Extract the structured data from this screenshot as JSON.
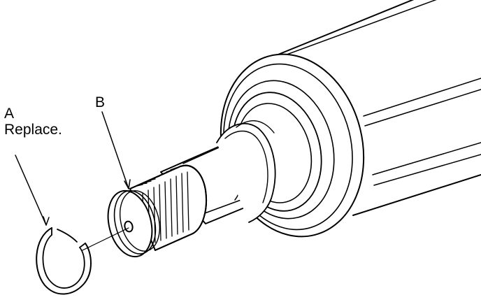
{
  "callouts": {
    "a": {
      "letter": "A",
      "note": "Replace."
    },
    "b": {
      "letter": "B"
    }
  },
  "colors": {
    "line": "#000000",
    "background": "#ffffff"
  }
}
